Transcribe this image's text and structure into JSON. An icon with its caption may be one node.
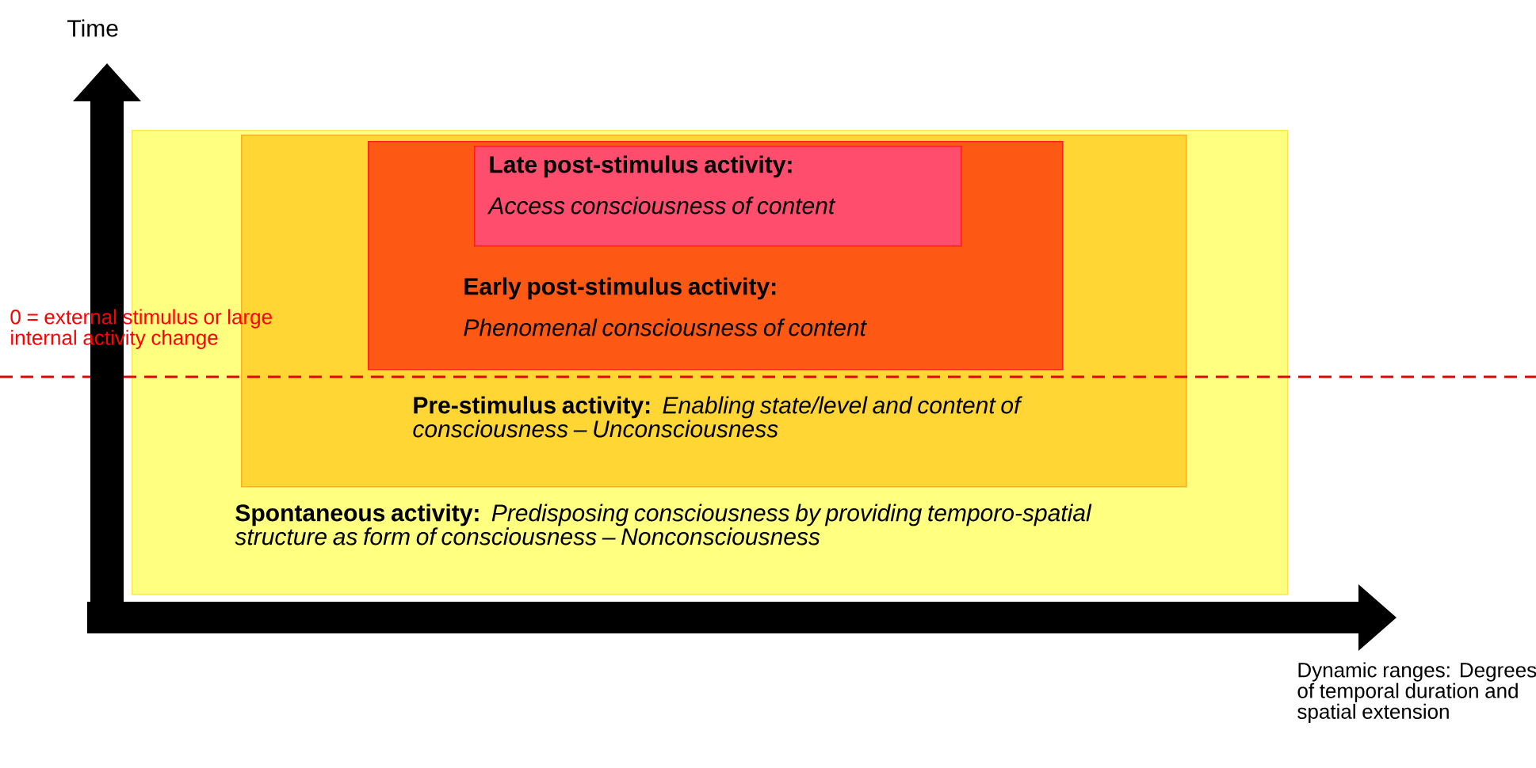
{
  "diagram": {
    "nodes": [
      {
        "text": [
          "Spontaneous activity:",
          "Predisposing consciousness by providing temporo-spatial structure as form of consciousness – Nonconsciousness"
        ]
      },
      {
        "text": [
          "Pre-stimulus activity:",
          "Enabling state/level and content of consciousness – Unconsciousness"
        ],
        "in": 0
      },
      {
        "text": [
          "Early post-stimulus activity:",
          "Phenomenal consciousness of content"
        ],
        "in": 1
      },
      {
        "text": [
          "Late post-stimulus activity:",
          "Access consciousness of content"
        ],
        "in": 2
      }
    ],
    "labels": [
      "Time",
      "0 = external stimulus or large internal activity change",
      "Dynamic ranges: Degrees of temporal duration and spatial extension"
    ]
  }
}
